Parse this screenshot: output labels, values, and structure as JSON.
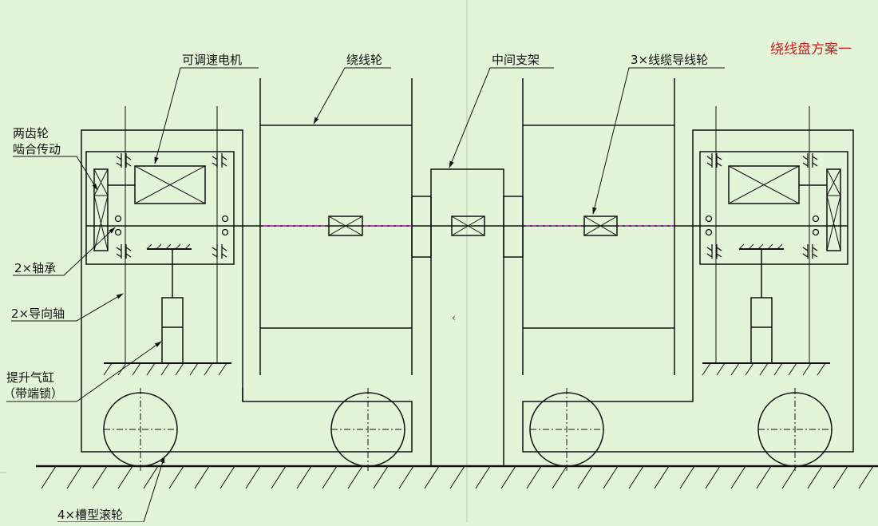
{
  "title": "绕线盘方案一",
  "colors": {
    "background": "#e2f5d8",
    "ink": "#111111",
    "title": "#d42020",
    "centerline": "#ff00ff"
  },
  "labels": {
    "motor": "可调速电机",
    "reel": "绕线轮",
    "middle_support": "中间支架",
    "guide_wheel": "3×线缆导线轮",
    "gear_line1": "两齿轮",
    "gear_line2": "啮合传动",
    "bearing": "2×轴承",
    "guide_shaft": "2×导向轴",
    "cylinder_line1": "提升气缸",
    "cylinder_line2": "（带端锁）",
    "rollers": "4×槽型滚轮"
  }
}
